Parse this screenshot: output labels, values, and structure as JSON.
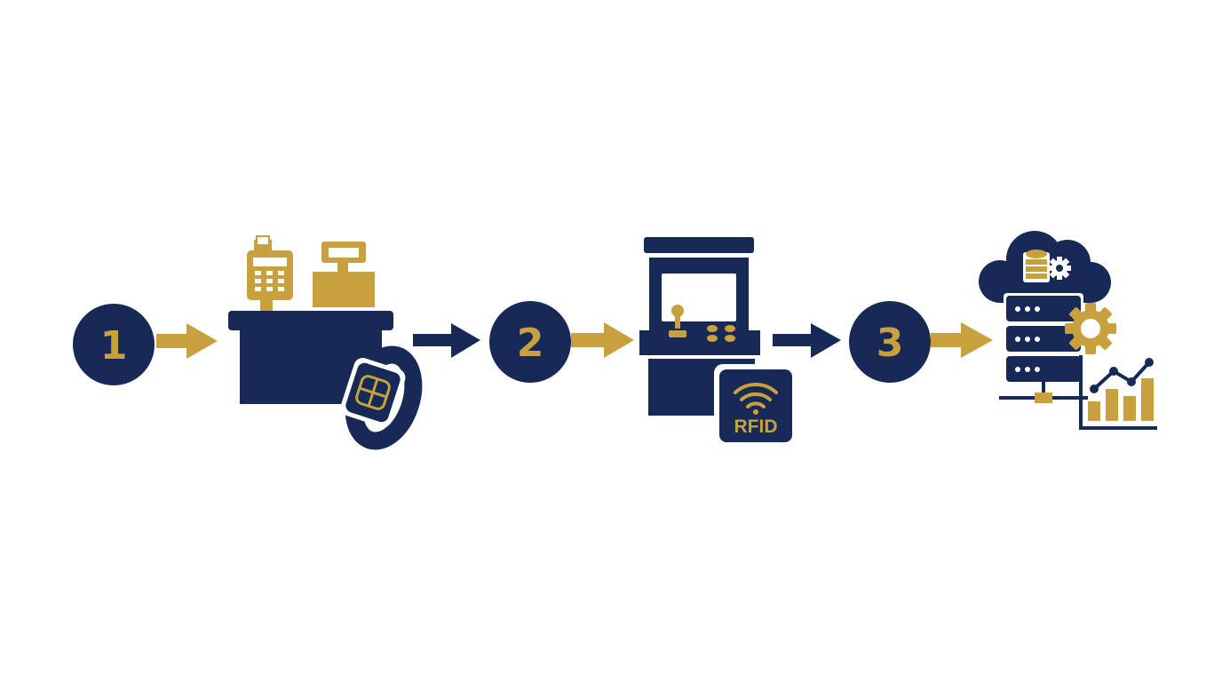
{
  "colors": {
    "navy": "#172a57",
    "gold": "#c9a03e",
    "background": "#ffffff"
  },
  "steps": [
    {
      "number": "1",
      "icons": [
        "pos-terminal-icon",
        "cash-register-icon",
        "checkout-counter-icon",
        "rfid-wristband-icon"
      ]
    },
    {
      "number": "2",
      "icons": [
        "arcade-cabinet-icon",
        "rfid-reader-icon"
      ],
      "rfid_label": "RFID"
    },
    {
      "number": "3",
      "icons": [
        "cloud-icon",
        "database-icon",
        "gear-icon",
        "server-rack-icon",
        "bar-chart-icon"
      ]
    }
  ],
  "connectors": [
    {
      "from": "circle-1",
      "to": "counter",
      "color": "gold"
    },
    {
      "from": "counter",
      "to": "circle-2",
      "color": "navy"
    },
    {
      "from": "circle-2",
      "to": "arcade",
      "color": "gold"
    },
    {
      "from": "arcade",
      "to": "circle-3",
      "color": "navy"
    },
    {
      "from": "circle-3",
      "to": "server",
      "color": "gold"
    }
  ]
}
